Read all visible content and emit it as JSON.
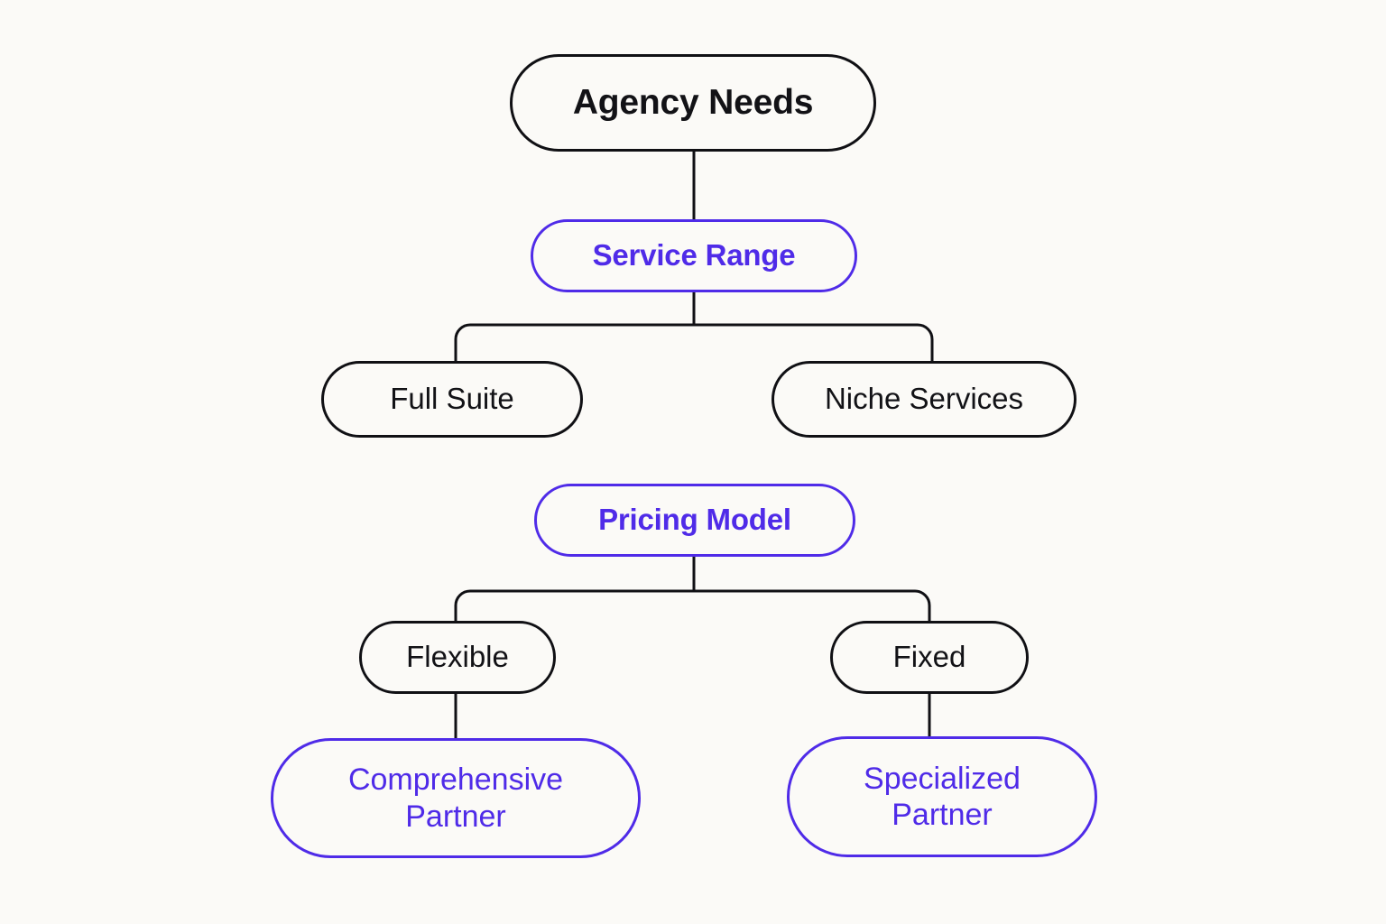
{
  "diagram": {
    "type": "flowchart",
    "orientation": "top-down",
    "background_color": "#fbfaf7",
    "accent_color": "#4f2be8",
    "default_color": "#121216",
    "nodes": [
      {
        "id": "root",
        "label": "Agency Needs",
        "style": "plain",
        "level": 0
      },
      {
        "id": "service_range",
        "label": "Service Range",
        "style": "accent",
        "level": 1
      },
      {
        "id": "full_suite",
        "label": "Full Suite",
        "style": "plain",
        "level": 2
      },
      {
        "id": "niche_services",
        "label": "Niche Services",
        "style": "plain",
        "level": 2
      },
      {
        "id": "pricing_model",
        "label": "Pricing Model",
        "style": "accent",
        "level": 3
      },
      {
        "id": "flexible",
        "label": "Flexible",
        "style": "plain",
        "level": 4
      },
      {
        "id": "fixed",
        "label": "Fixed",
        "style": "plain",
        "level": 4
      },
      {
        "id": "comprehensive_partner",
        "label": "Comprehensive\nPartner",
        "style": "accent",
        "level": 5
      },
      {
        "id": "specialized_partner",
        "label": "Specialized\nPartner",
        "style": "accent",
        "level": 5
      }
    ],
    "edges": [
      {
        "from": "root",
        "to": "service_range"
      },
      {
        "from": "service_range",
        "to": "full_suite"
      },
      {
        "from": "service_range",
        "to": "niche_services"
      },
      {
        "from": "pricing_model",
        "to": "flexible"
      },
      {
        "from": "pricing_model",
        "to": "fixed"
      },
      {
        "from": "flexible",
        "to": "comprehensive_partner"
      },
      {
        "from": "fixed",
        "to": "specialized_partner"
      }
    ]
  }
}
